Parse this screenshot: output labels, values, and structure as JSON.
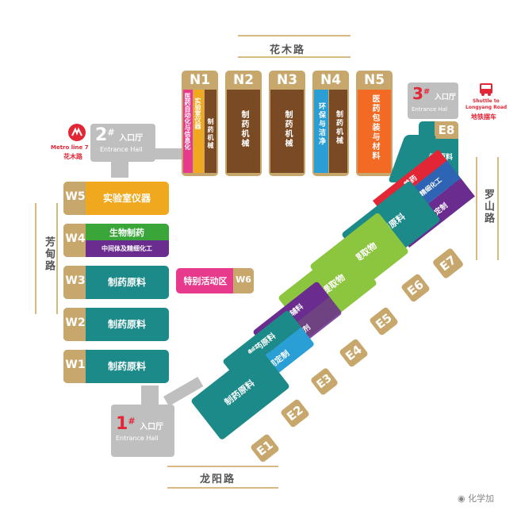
{
  "roads": {
    "north": "花木路",
    "south": "龙阳路",
    "west": "芳甸路",
    "east": "罗山路"
  },
  "metro": {
    "line": "Metro line 7",
    "station": "花木路"
  },
  "shuttle": {
    "line1": "Shuttle to",
    "line2": "Longyang Road",
    "label": "地铁摆车"
  },
  "halls": [
    {
      "num": "1",
      "sup": "#",
      "cn": "入口厅",
      "en": "Entrance Hall"
    },
    {
      "num": "2",
      "sup": "#",
      "cn": "入口厅",
      "en": "Entrance Hall"
    },
    {
      "num": "3",
      "sup": "#",
      "cn": "入口厅",
      "en": "Entrance Hal"
    }
  ],
  "north": [
    {
      "id": "N1",
      "labels": [
        "医药自动化与信息化",
        "实验室仪器",
        "制药机械"
      ]
    },
    {
      "id": "N2",
      "labels": [
        "制药机械"
      ]
    },
    {
      "id": "N3",
      "labels": [
        "制药机械"
      ]
    },
    {
      "id": "N4",
      "labels": [
        "环保与洁净",
        "制药机械"
      ]
    },
    {
      "id": "N5",
      "labels": [
        "医药包装与材料"
      ]
    }
  ],
  "west": [
    {
      "id": "W5",
      "labels": [
        "实验室仪器"
      ]
    },
    {
      "id": "W4",
      "labels": [
        "生物制药",
        "中间体及精细化工"
      ]
    },
    {
      "id": "W3",
      "labels": [
        "制药原料"
      ]
    },
    {
      "id": "W2",
      "labels": [
        "制药原料"
      ]
    },
    {
      "id": "W1",
      "labels": [
        "制药原料"
      ]
    },
    {
      "id": "W6",
      "labels": [
        "特别活动区"
      ]
    }
  ],
  "east": [
    {
      "id": "E1",
      "labels": [
        "制药原料"
      ]
    },
    {
      "id": "E2",
      "labels": [
        "制药原料",
        "合同定制"
      ]
    },
    {
      "id": "E3",
      "labels": [
        "药用辅料",
        "制剂"
      ]
    },
    {
      "id": "E4",
      "labels": [
        "天然提取物"
      ]
    },
    {
      "id": "E5",
      "labels": [
        "天然提取物"
      ]
    },
    {
      "id": "E6",
      "labels": [
        "制药原料"
      ]
    },
    {
      "id": "E7",
      "labels": [
        "兽药",
        "中间体及精细化工",
        "合同定制"
      ]
    },
    {
      "id": "E8",
      "labels": [
        "制药原料"
      ]
    }
  ],
  "watermark": "化学加",
  "colors": {
    "gold": "#c8a76c",
    "brown": "#7a4a24",
    "teal": "#1d8a8a",
    "green": "#8cc63f",
    "purple": "#6a2c8e",
    "blue": "#2e64b4",
    "orange": "#f26a24",
    "yellow": "#f0a81e",
    "red": "#e32636",
    "gray": "#bfbfbf"
  }
}
